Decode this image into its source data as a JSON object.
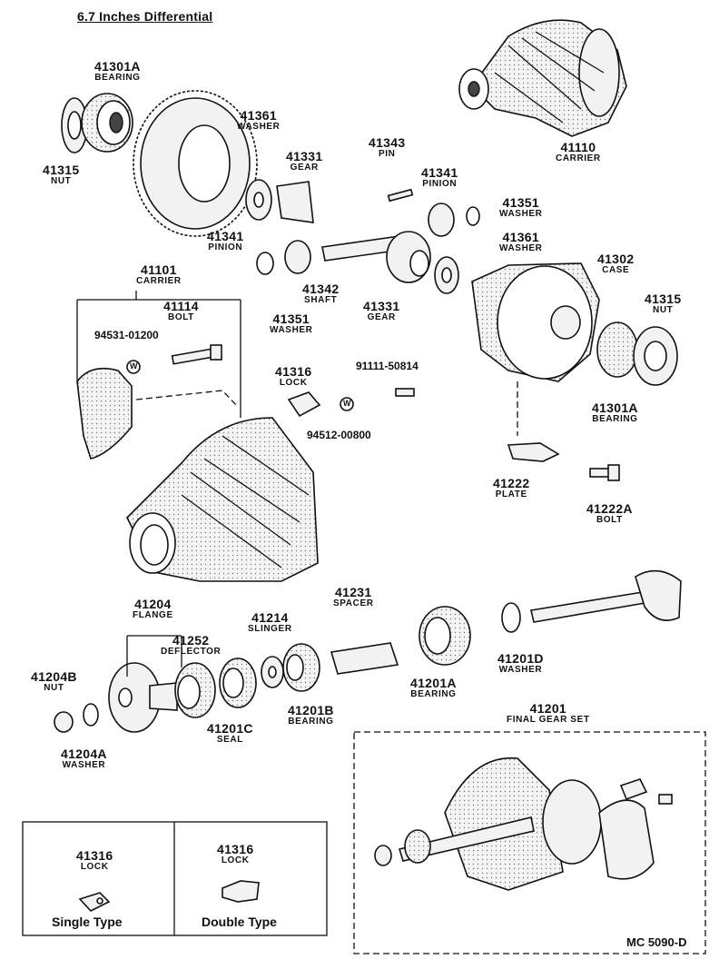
{
  "title": "6.7 Inches Differential",
  "labels": {
    "bearing_41301a_top": {
      "num": "41301A",
      "name": "BEARING"
    },
    "nut_41315_left": {
      "num": "41315",
      "name": "NUT"
    },
    "washer_41361_top": {
      "num": "41361",
      "name": "WASHER"
    },
    "gear_41331_top": {
      "num": "41331",
      "name": "GEAR"
    },
    "pin_41343": {
      "num": "41343",
      "name": "PIN"
    },
    "pinion_41341_right": {
      "num": "41341",
      "name": "PINION"
    },
    "carrier_41110": {
      "num": "41110",
      "name": "CARRIER"
    },
    "washer_41351_right": {
      "num": "41351",
      "name": "WASHER"
    },
    "washer_41361_right": {
      "num": "41361",
      "name": "WASHER"
    },
    "pinion_41341_left": {
      "num": "41341",
      "name": "PINION"
    },
    "shaft_41342": {
      "num": "41342",
      "name": "SHAFT"
    },
    "gear_41331_bottom": {
      "num": "41331",
      "name": "GEAR"
    },
    "washer_41351_left": {
      "num": "41351",
      "name": "WASHER"
    },
    "case_41302": {
      "num": "41302",
      "name": "CASE"
    },
    "carrier_41101": {
      "num": "41101",
      "name": "CARRIER"
    },
    "bolt_41114": {
      "num": "41114",
      "name": "BOLT"
    },
    "nut_41315_right": {
      "num": "41315",
      "name": "NUT"
    },
    "lock_41316": {
      "num": "41316",
      "name": "LOCK"
    },
    "bearing_41301a_right": {
      "num": "41301A",
      "name": "BEARING"
    },
    "plate_41222": {
      "num": "41222",
      "name": "PLATE"
    },
    "bolt_41222a": {
      "num": "41222A",
      "name": "BOLT"
    },
    "flange_41204": {
      "num": "41204",
      "name": "FLANGE"
    },
    "slinger_41214": {
      "num": "41214",
      "name": "SLINGER"
    },
    "spacer_41231": {
      "num": "41231",
      "name": "SPACER"
    },
    "deflector_41252": {
      "num": "41252",
      "name": "DEFLECTOR"
    },
    "nut_41204b": {
      "num": "41204B",
      "name": "NUT"
    },
    "seal_41201c": {
      "num": "41201C",
      "name": "SEAL"
    },
    "bearing_41201b": {
      "num": "41201B",
      "name": "BEARING"
    },
    "bearing_41201a": {
      "num": "41201A",
      "name": "BEARING"
    },
    "washer_41201d": {
      "num": "41201D",
      "name": "WASHER"
    },
    "washer_41204a": {
      "num": "41204A",
      "name": "WASHER"
    },
    "final_gear_set_41201": {
      "num": "41201",
      "name": "FINAL GEAR SET"
    },
    "lock_single_41316": {
      "num": "41316",
      "name": "LOCK"
    },
    "lock_double_41316": {
      "num": "41316",
      "name": "LOCK"
    }
  },
  "codes": {
    "code_94531": "94531-01200",
    "code_91111": "91111-50814",
    "code_94512": "94512-00800",
    "w_mark": "W"
  },
  "lock_types": {
    "single": "Single Type",
    "double": "Double Type"
  },
  "footer": "MC  5090-D"
}
